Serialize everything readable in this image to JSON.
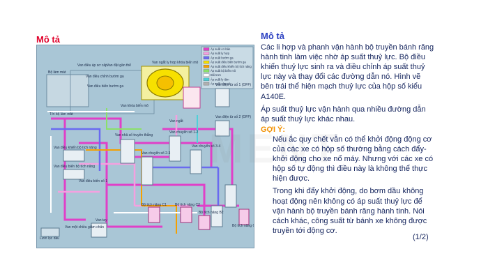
{
  "left": {
    "title": "Mô tả"
  },
  "diagram": {
    "legend": [
      {
        "label": "Áp suất cơ bản",
        "color": "#e040c8"
      },
      {
        "label": "Áp suất ly hợp",
        "color": "#f4a0e0"
      },
      {
        "label": "Áp suất bướm ga",
        "color": "#6a6af0"
      },
      {
        "label": "Áp suất điều biến bướm ga",
        "color": "#f7e000"
      },
      {
        "label": "Áp suất điều khiển bộ tích năng",
        "color": "#f5a000"
      },
      {
        "label": "Áp suất bộ biến mô",
        "color": "#8be06a"
      },
      {
        "label": "Bôi trơn",
        "color": "#ffffff"
      },
      {
        "label": "Áp suất ly tâm",
        "color": "#4fd0d8"
      },
      {
        "label": "Áp suất cửa xả",
        "color": "#b0b0b0"
      }
    ],
    "labels": [
      "Bộ làm mát",
      "Van điều áp sơ cấp",
      "Van ngắt ly hợp khóa biến mô",
      "Van khóa biến mô",
      "Van đặt gần thể",
      "Van điều chỉnh bướm ga",
      "Van điều biến bướm ga",
      "Tới bộ làm mát",
      "Van điều khiển bộ tích năng",
      "Van điều biến bộ tích năng",
      "Van chuyển số 2-3",
      "Van chuyển số 1-2",
      "Van chuyển số 3-4",
      "Bộ tích năng C1",
      "Bộ tích năng C2",
      "Bộ tích năng B2",
      "Bộ tích năng C0",
      "Van một chiều giảm chấn",
      "Van tay",
      "Lưới lọc dầu",
      "Van điện từ số 1 (OFF)",
      "Van điện từ số 2 (OFF)",
      "Van nhả số truyền thẳng",
      "Van điều biến số 1",
      "Van ngắt"
    ]
  },
  "right": {
    "title": "Mô tả",
    "para1": "Các li hợp và phanh vận hành bộ truyền bánh răng hành tinh làm việc nhờ áp suất thuỷ lực. Bộ điều khiển thuỷ lực sinh ra và điều chỉnh áp suất thuỷ lực này và thay đổi các đường dẫn nó. Hình vẽ bên trái thể hiện mạch thuỷ lực của hộp số kiểu A140E.",
    "para2": "Áp suất thuỷ lực vận hành qua nhiều đường dẫn áp suất thuỷ lực khác nhau.",
    "hint_title": "GỢI Ý:",
    "hint1": "Nếu ắc quy chết vẫn có thể khởi động động cơ của các xe có hộp số thường bằng cách đẩy-khởi động cho xe nổ máy. Nhưng với các xe có hộp số tự động thì điều này là không thể thực hiện được.",
    "hint2": "Trong khi đẩy khởi động, do bơm dầu không hoạt động nên không có áp suất thuỷ lực để vận hành bộ truyền bánh răng hành tinh. Nói cách khác, công suất từ bánh xe không được truyền tới động cơ.",
    "page": "(1/2)"
  },
  "colors": {
    "left_title": "#e0002a",
    "right_title": "#2a3fc1",
    "hint_title": "#f29000",
    "body_text": "#13235c",
    "diagram_bg": "#a9c6d6"
  }
}
